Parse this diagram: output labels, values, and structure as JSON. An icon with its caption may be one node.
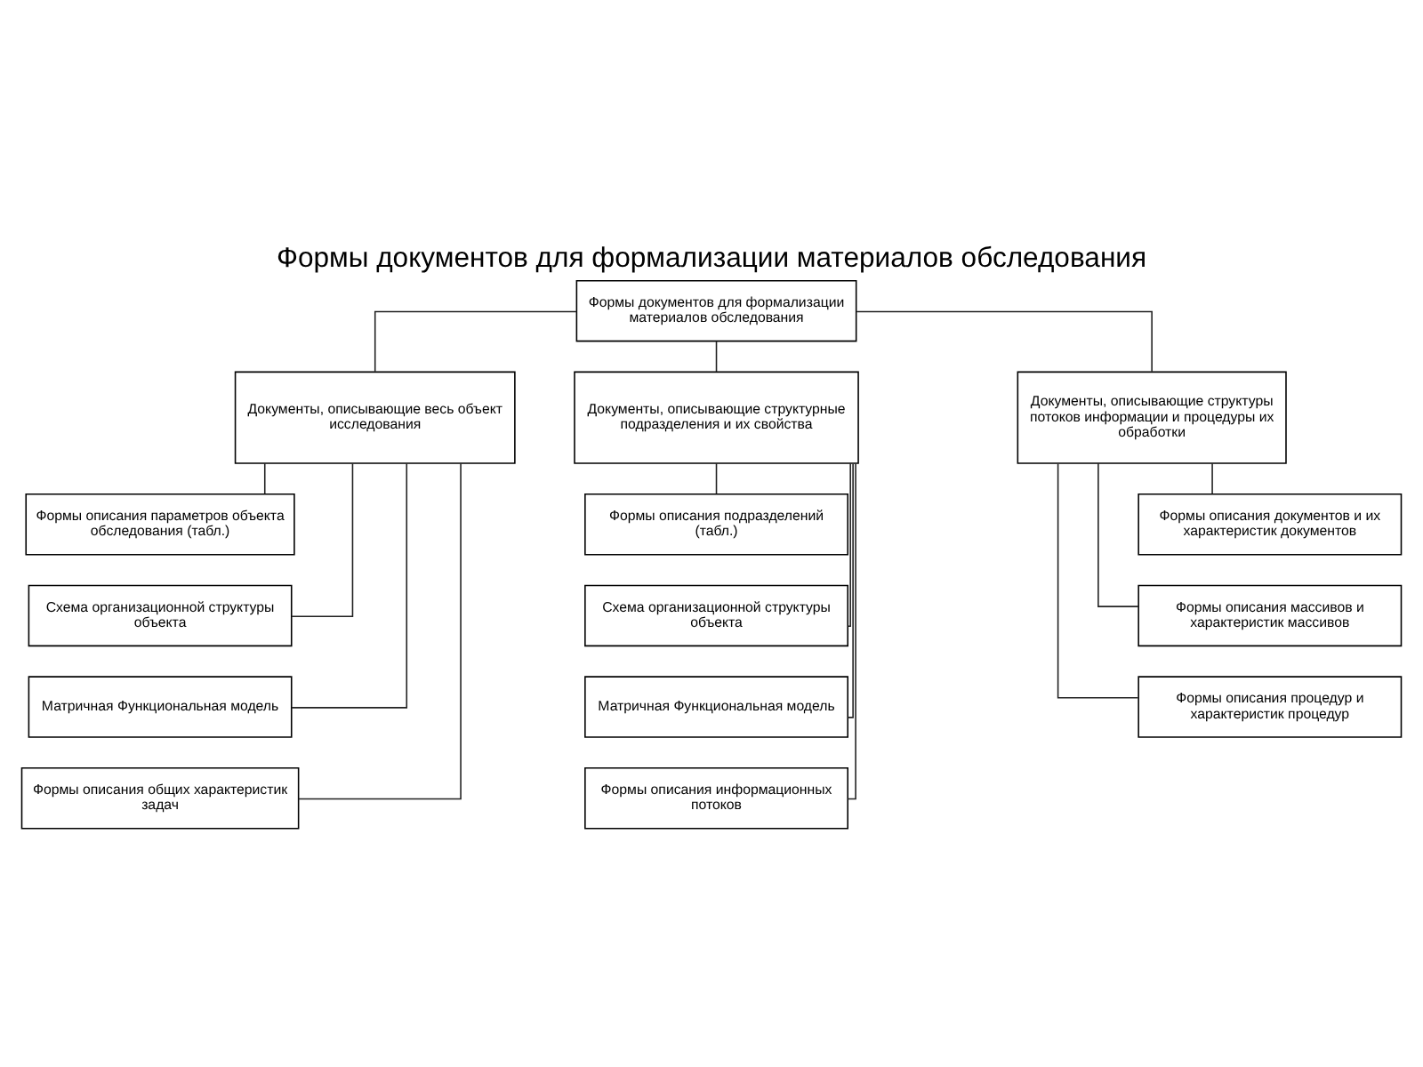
{
  "diagram": {
    "title": "Формы документов для формализации материалов обследования",
    "nodes": [
      {
        "text": [
          "Формы документов для формализации материалов обследования"
        ]
      },
      {
        "text": [
          "Документы, описывающие весь объект исследования"
        ]
      },
      {
        "text": [
          "Документы, описывающие структурные подразделения и их свойства"
        ]
      },
      {
        "text": [
          "Документы, описывающие структуры потоков информации и процедуры их обработки"
        ]
      },
      {
        "text": [
          "Формы описания параметров объекта обследования (табл.)"
        ]
      },
      {
        "text": [
          "Схема организационной структуры объекта"
        ]
      },
      {
        "text": [
          "Матричная Функциональная модель"
        ]
      },
      {
        "text": [
          "Формы описания общих характеристик задач"
        ]
      },
      {
        "text": [
          "Формы описания подразделений (табл.)"
        ]
      },
      {
        "text": [
          "Схема организационной структуры объекта"
        ]
      },
      {
        "text": [
          "Матричная Функциональная модель"
        ]
      },
      {
        "text": [
          "Формы описания информационных потоков"
        ]
      },
      {
        "text": [
          "Формы описания документов и их характеристик документов"
        ]
      },
      {
        "text": [
          "Формы описания массивов и характеристик массивов"
        ]
      },
      {
        "text": [
          "Формы описания процедур и характеристик процедур"
        ]
      }
    ],
    "edges": [
      {
        "from": 0,
        "to": 1,
        "arrow": "none"
      },
      {
        "from": 0,
        "to": 2,
        "arrow": "none"
      },
      {
        "from": 0,
        "to": 3,
        "arrow": "none"
      },
      {
        "from": 1,
        "to": 4,
        "arrow": "none"
      },
      {
        "from": 1,
        "to": 5,
        "arrow": "none"
      },
      {
        "from": 1,
        "to": 6,
        "arrow": "none"
      },
      {
        "from": 1,
        "to": 7,
        "arrow": "none"
      },
      {
        "from": 2,
        "to": 8,
        "arrow": "none"
      },
      {
        "from": 2,
        "to": 9,
        "arrow": "none"
      },
      {
        "from": 2,
        "to": 10,
        "arrow": "none"
      },
      {
        "from": 2,
        "to": 11,
        "arrow": "none"
      },
      {
        "from": 3,
        "to": 12,
        "arrow": "none"
      },
      {
        "from": 3,
        "to": 13,
        "arrow": "none"
      },
      {
        "from": 3,
        "to": 14,
        "arrow": "none"
      }
    ]
  }
}
